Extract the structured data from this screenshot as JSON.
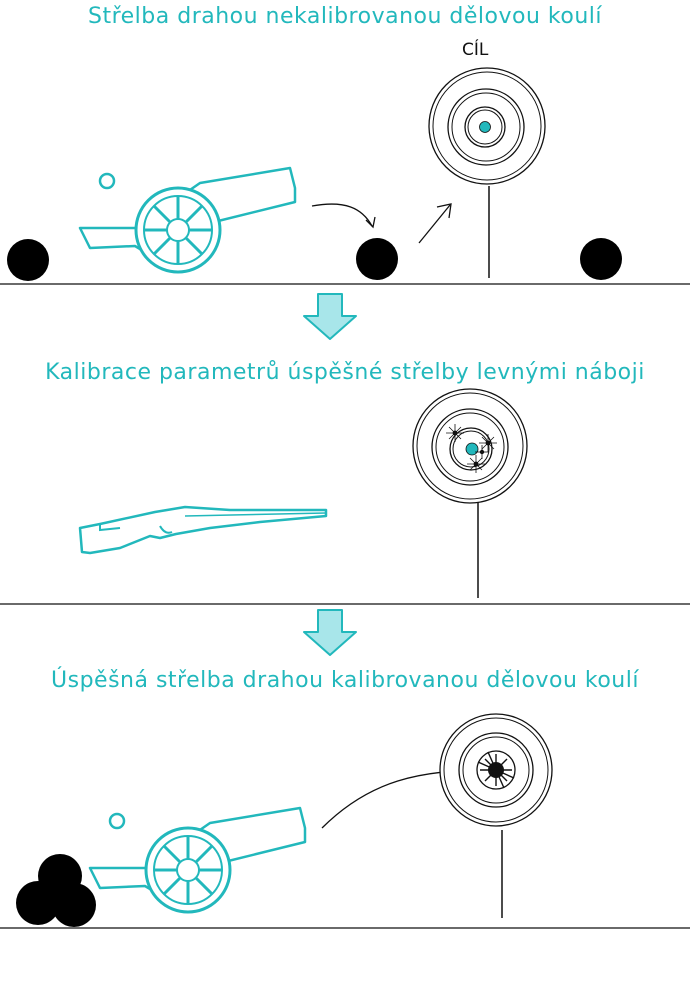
{
  "panels": {
    "top": {
      "caption": "Střelba drahou nekalibrovanou dělovou koulí",
      "target_label": "CÍL"
    },
    "middle": {
      "caption": "Kalibrace parametrů úspěšné střelby levnými náboji"
    },
    "bottom": {
      "caption": "Úspěšná střelba drahou kalibrovanou dělovou koulí"
    }
  },
  "icons": [
    "cannon-icon",
    "rifle-icon",
    "target-icon",
    "cannonball-icon",
    "down-arrow-icon"
  ],
  "colors": {
    "accent": "#22b8bc",
    "arrow_fill": "#a8e6ea",
    "ink": "#111111",
    "ball": "#000000"
  }
}
